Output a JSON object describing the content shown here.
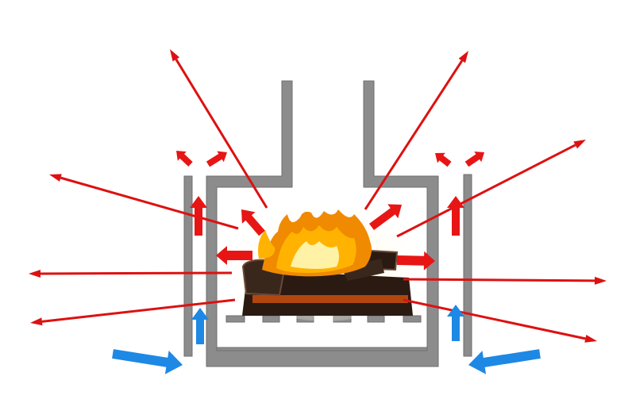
{
  "colors": {
    "background": "#ffffff",
    "wall": "#8c8c8c",
    "wall_stroke": "#6e6e6e",
    "heat_radiation": "#dd1111",
    "hot_air": "#e81515",
    "cold_air": "#1e88e5",
    "flame_outer": "#f08a00",
    "flame_mid": "#ffb300",
    "flame_core": "#fff2a6",
    "log": "#2a1a12",
    "log_highlight": "#6b4a36",
    "ember": "#e0560f"
  },
  "icons": {
    "fire": "fire-icon",
    "radiant_heat": "thin-arrow-icon",
    "hot_air_flow": "thick-arrow-icon",
    "cold_air_flow": "thick-arrow-icon"
  },
  "components": [
    "chimney-flue",
    "firebox-wall",
    "outer-jacket",
    "grate",
    "ash-pit",
    "fire",
    "radiant-heat-arrows",
    "hot-air-arrows",
    "cold-air-intake-arrows"
  ]
}
